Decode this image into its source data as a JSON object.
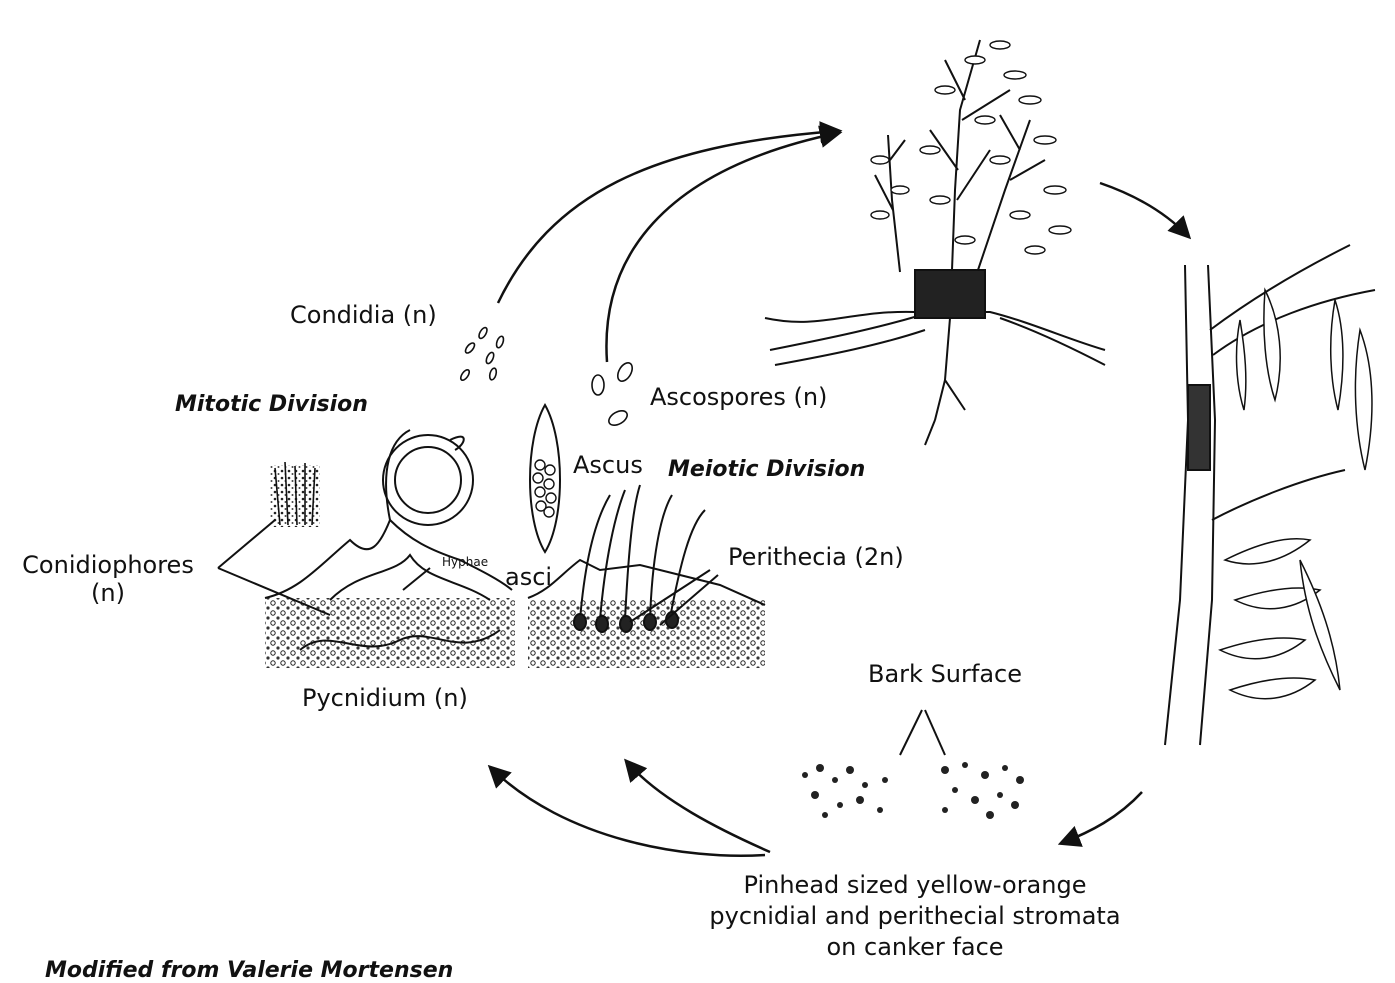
{
  "labels": {
    "condidia": "Condidia (n)",
    "ascospores": "Ascospores (n)",
    "mitotic_division": "Mitotic Division",
    "ascus": "Ascus",
    "meiotic_division": "Meiotic Division",
    "conidiophores_line1": "Conidiophores",
    "conidiophores_line2": "(n)",
    "hyphae": "Hyphae",
    "asci": "asci",
    "perithecia": "Perithecia (2n)",
    "pycnidium": "Pycnidium (n)",
    "bark_surface": "Bark Surface",
    "stromata_line1": "Pinhead sized yellow-orange",
    "stromata_line2": "pycnidial and perithecial stromata",
    "stromata_line3": "on canker face",
    "credit": "Modified from Valerie Mortensen"
  },
  "colors": {
    "ink": "#111111",
    "paper": "#ffffff"
  },
  "icons": [
    "sprouting-stump-illustration",
    "cankered-stem-illustration",
    "pycnidium-illustration",
    "perithecia-illustration",
    "ascus-illustration",
    "bark-surface-illustration"
  ]
}
